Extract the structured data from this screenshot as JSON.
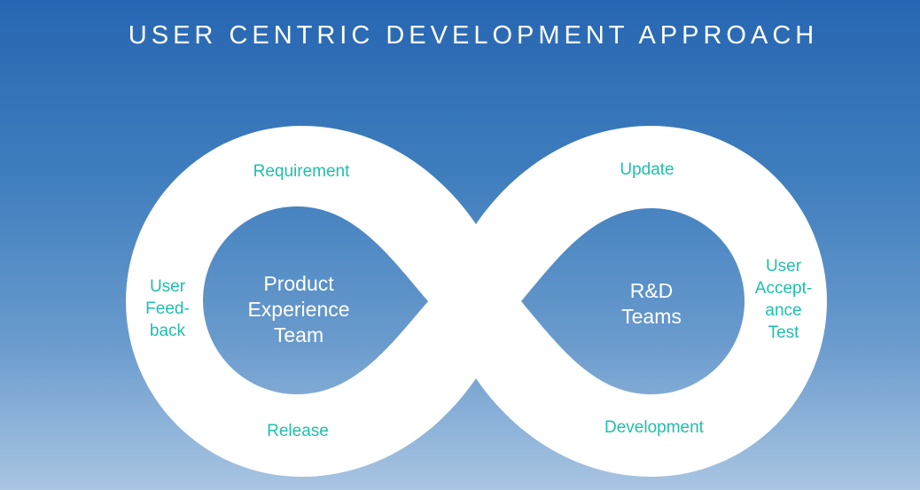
{
  "title": "USER CENTRIC DEVELOPMENT APPROACH",
  "colors": {
    "label": "#1fbfac",
    "loop": "#ffffff",
    "background_top": "#2766b2",
    "background_bottom": "#a9c5e2"
  },
  "left_loop": {
    "center": "Product\nExperience\nTeam",
    "labels": {
      "top": "Requirement",
      "left": "User\nFeed-\nback",
      "bottom": "Release"
    }
  },
  "right_loop": {
    "center": "R&D\nTeams",
    "labels": {
      "top": "Update",
      "right": "User\nAccept-\nance\nTest",
      "bottom": "Development"
    }
  }
}
